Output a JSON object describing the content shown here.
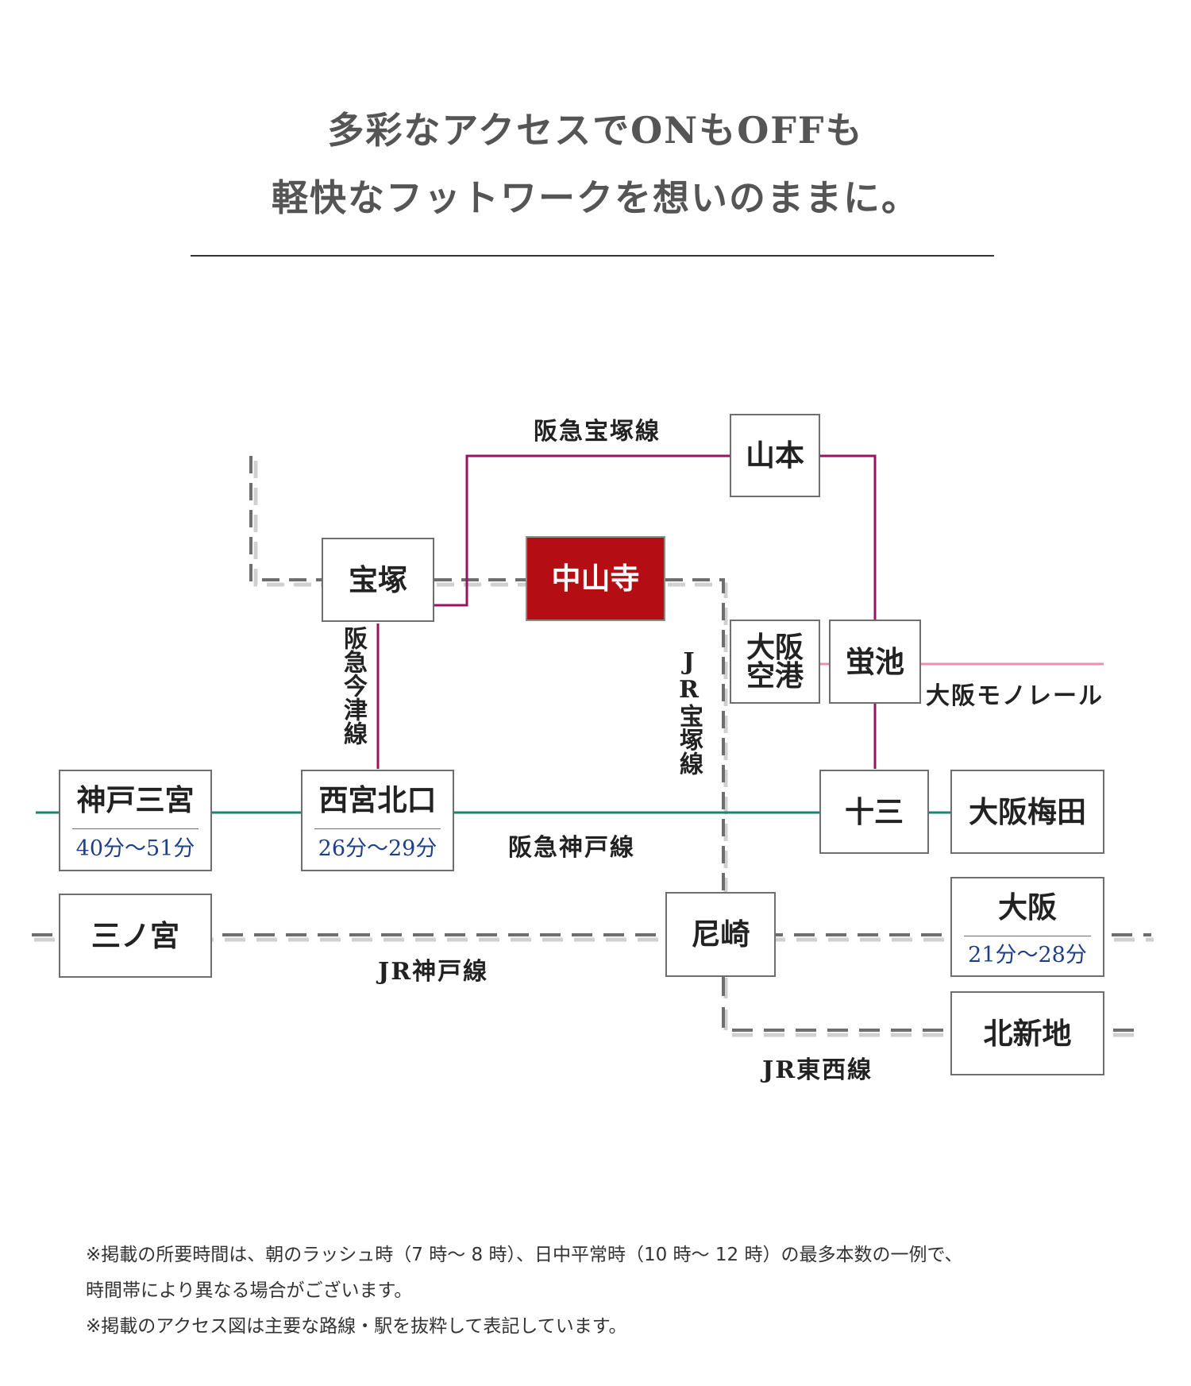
{
  "header": {
    "line1": "多彩なアクセスでONもOFFも",
    "line2": "軽快なフットワークを想いのままに。"
  },
  "colors": {
    "hankyu_takarazuka": "#9b1261",
    "hankyu_imazu": "#9b1261",
    "hankyu_kobe": "#1b8470",
    "osaka_monorail": "#ec8db3",
    "jr": "#6e6e6e",
    "current_station": "#b50d14",
    "time_text": "#1d3f8a"
  },
  "stations": {
    "yamamoto": "山本",
    "takarazuka": "宝塚",
    "nakayamadera": "中山寺",
    "osaka_airport": "大阪空港",
    "hotarugaike": "蛍池",
    "kobe_sannomiya": {
      "name": "神戸三宮",
      "time": "40分～51分"
    },
    "nishinomiya_kitaguchi": {
      "name": "西宮北口",
      "time": "26分～29分"
    },
    "juso": "十三",
    "osaka_umeda": "大阪梅田",
    "sannomiya": "三ノ宮",
    "amagasaki": "尼崎",
    "osaka": {
      "name": "大阪",
      "time": "21分～28分"
    },
    "kitashinchi": "北新地"
  },
  "lines": {
    "hankyu_takarazuka": "阪急宝塚線",
    "hankyu_imazu": "阪急今津線",
    "jr_takarazuka": "JR宝塚線",
    "osaka_monorail": "大阪モノレール",
    "hankyu_kobe": "阪急神戸線",
    "jr_kobe": "JR神戸線",
    "jr_tozai": "JR東西線"
  },
  "notes": [
    "※掲載の所要時間は、朝のラッシュ時（7 時～ 8 時）、日中平常時（10 時～ 12 時）の最多本数の一例で、",
    "時間帯により異なる場合がございます。",
    "※掲載のアクセス図は主要な路線・駅を抜粋して表記しています。"
  ]
}
